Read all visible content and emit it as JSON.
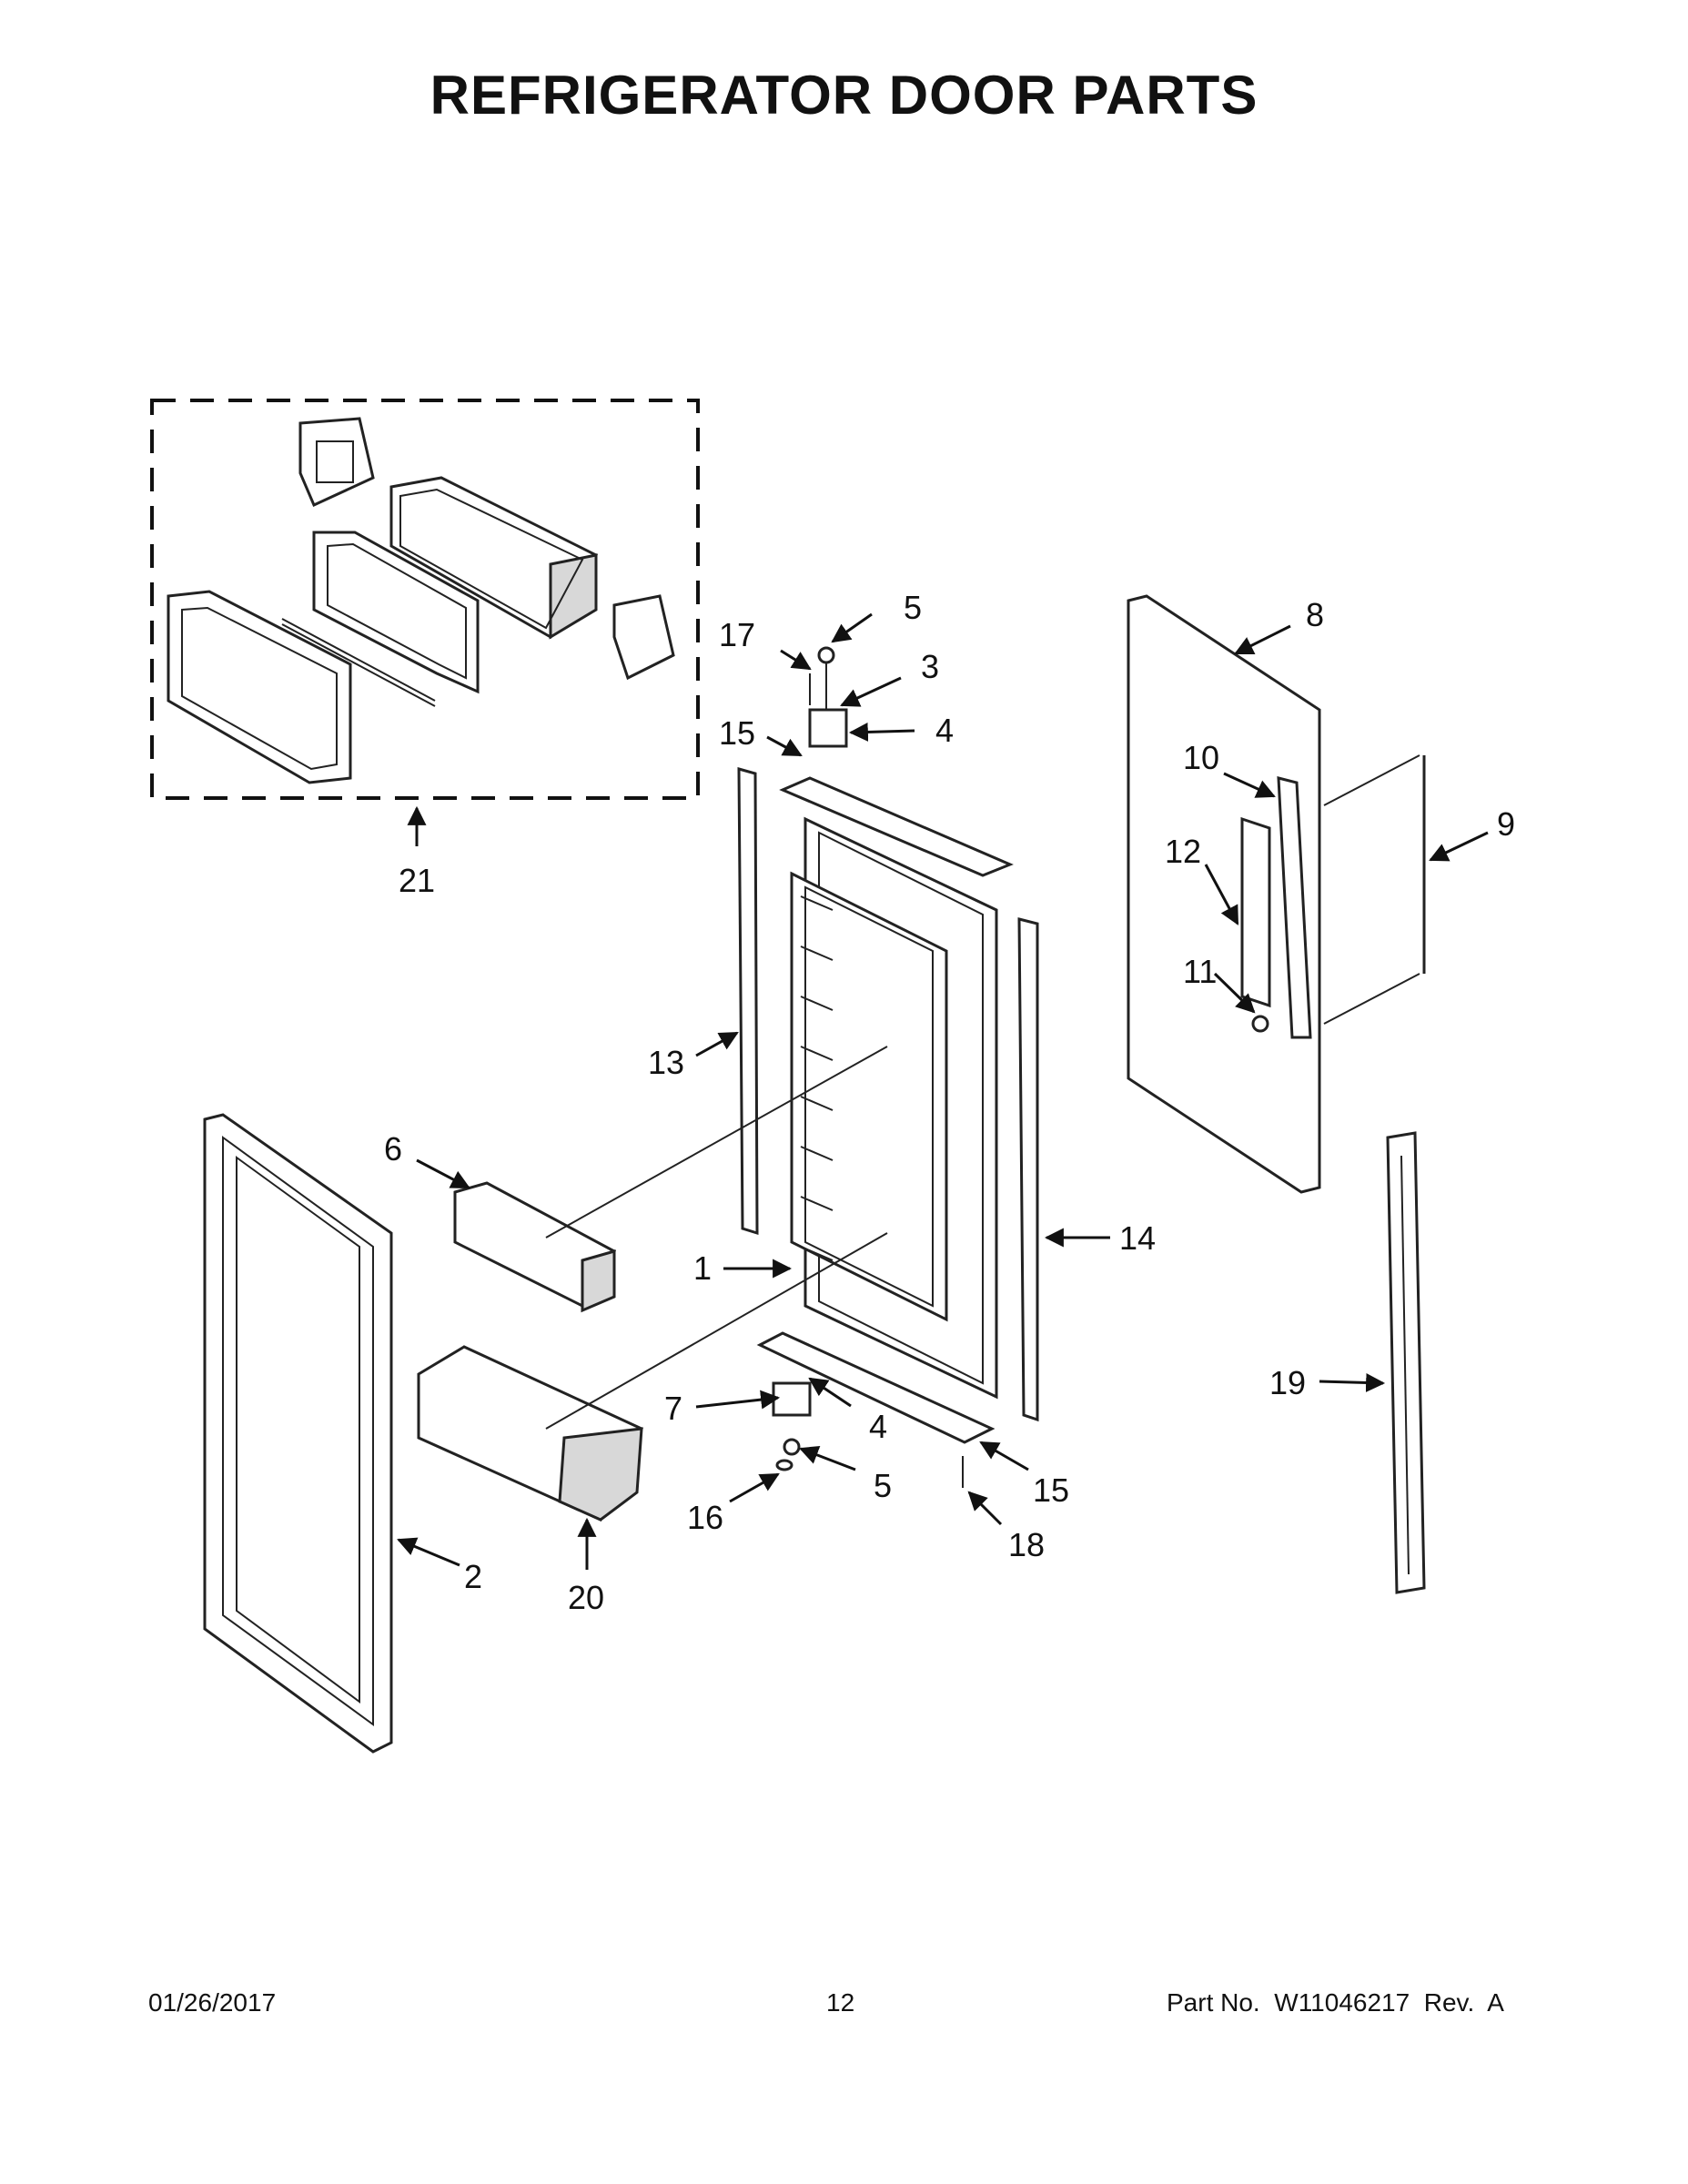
{
  "title": "REFRIGERATOR DOOR PARTS",
  "callouts": [
    {
      "id": "1",
      "label": "1"
    },
    {
      "id": "2",
      "label": "2"
    },
    {
      "id": "3",
      "label": "3"
    },
    {
      "id": "4a",
      "label": "4"
    },
    {
      "id": "4b",
      "label": "4"
    },
    {
      "id": "5a",
      "label": "5"
    },
    {
      "id": "5b",
      "label": "5"
    },
    {
      "id": "6",
      "label": "6"
    },
    {
      "id": "7",
      "label": "7"
    },
    {
      "id": "8",
      "label": "8"
    },
    {
      "id": "9",
      "label": "9"
    },
    {
      "id": "10",
      "label": "10"
    },
    {
      "id": "11",
      "label": "11"
    },
    {
      "id": "12",
      "label": "12"
    },
    {
      "id": "13",
      "label": "13"
    },
    {
      "id": "14",
      "label": "14"
    },
    {
      "id": "15a",
      "label": "15"
    },
    {
      "id": "15b",
      "label": "15"
    },
    {
      "id": "16",
      "label": "16"
    },
    {
      "id": "17",
      "label": "17"
    },
    {
      "id": "18",
      "label": "18"
    },
    {
      "id": "19",
      "label": "19"
    },
    {
      "id": "20",
      "label": "20"
    },
    {
      "id": "21",
      "label": "21"
    }
  ],
  "footer": {
    "date": "01/26/2017",
    "page": "12",
    "part": "Part No.  W11046217  Rev.  A"
  }
}
